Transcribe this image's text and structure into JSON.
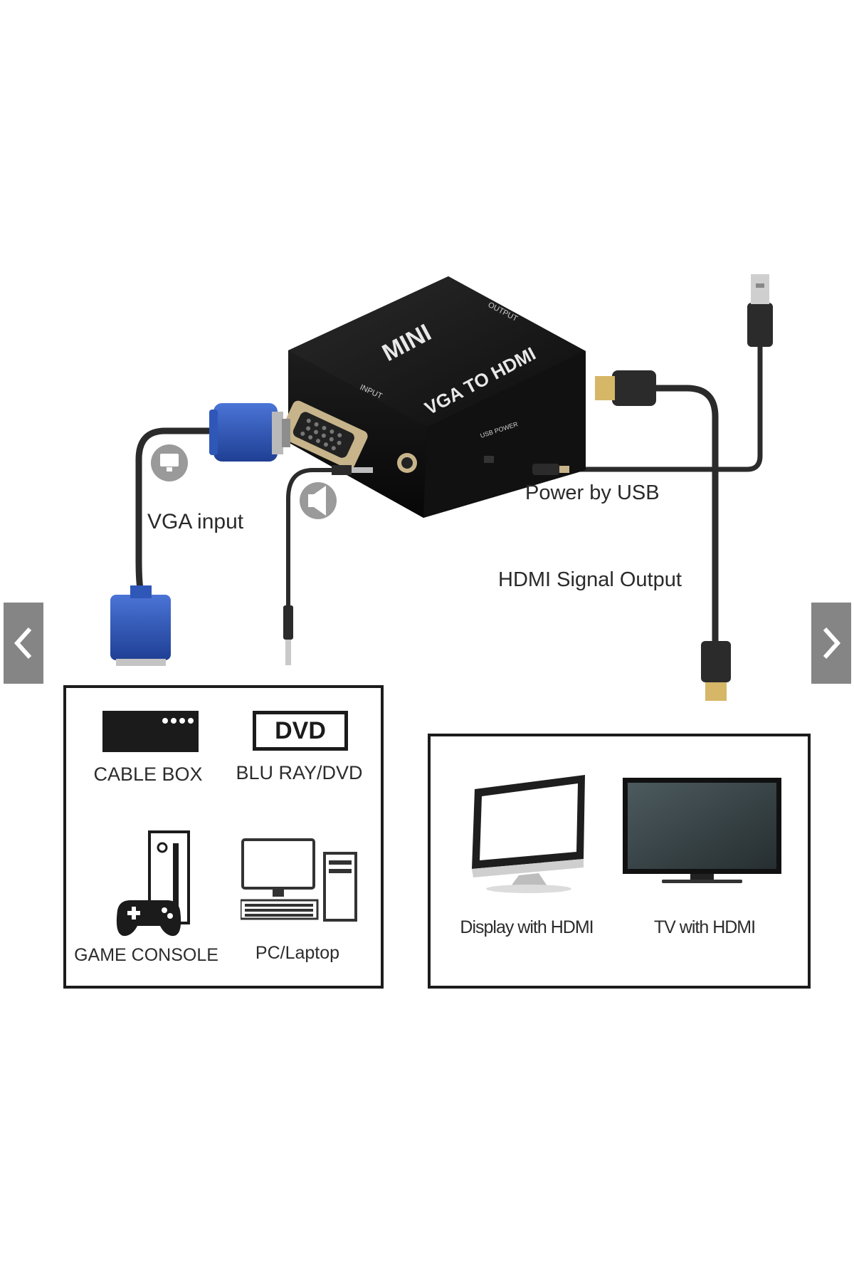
{
  "nav": {
    "prev_icon": "chevron-left-icon",
    "next_icon": "chevron-right-icon",
    "button_color": "#858585"
  },
  "device": {
    "brand": "MINI",
    "model": "VGA TO HDMI",
    "port_input": "INPUT",
    "port_output": "OUTPUT",
    "port_power": "USB POWER",
    "body_color": "#151515"
  },
  "labels": {
    "vga_input": "VGA input",
    "power_usb": "Power by USB",
    "hdmi_output": "HDMI Signal Output"
  },
  "sources": {
    "items": [
      {
        "label": "CABLE BOX",
        "icon": "cable-box-icon"
      },
      {
        "label": "BLU RAY/DVD",
        "icon": "dvd-player-icon",
        "badge": "DVD"
      },
      {
        "label": "GAME CONSOLE",
        "icon": "game-console-icon"
      },
      {
        "label": "PC/Laptop",
        "icon": "desktop-pc-icon"
      }
    ]
  },
  "outputs": {
    "items": [
      {
        "label": "Display with HDMI",
        "icon": "monitor-icon"
      },
      {
        "label": "TV with HDMI",
        "icon": "tv-icon"
      }
    ]
  },
  "colors": {
    "vga_blue": "#2f57b8",
    "cable": "#2b2b2b",
    "gold": "#d6b667"
  }
}
